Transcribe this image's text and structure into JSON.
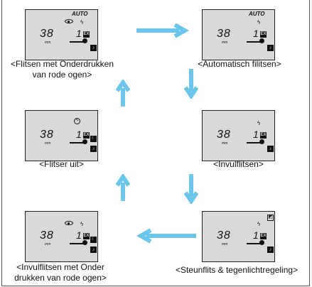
{
  "accent": "#6cc6ec",
  "modes": [
    {
      "label": "<Flitsen met Onderdrukken\nvan rode ogen>",
      "label_line1": "<Flitsen met Onderdrukken",
      "label_line2": "van rode ogen>",
      "lcd_number": "38",
      "lcd_unit": "mm",
      "lcd_digit": "1",
      "auto_text": "AUTO",
      "box_text": "EX"
    },
    {
      "label": "<Automatisch filitsen>",
      "lcd_number": "38",
      "lcd_unit": "mm",
      "lcd_digit": "1",
      "auto_text": "AUTO",
      "box_text": "EX"
    },
    {
      "label": "<Flitser uit>",
      "lcd_number": "38",
      "lcd_unit": "mm",
      "lcd_digit": "1",
      "box_text": "EX"
    },
    {
      "label": "<Invulflitsen>",
      "lcd_number": "38",
      "lcd_unit": "mm",
      "lcd_digit": "1",
      "box_text": "EX"
    },
    {
      "label_line1": "<Invulflitsen met Onder",
      "label_line2": "drukken van rode ogen>",
      "lcd_number": "38",
      "lcd_unit": "mm",
      "lcd_digit": "1",
      "box_text": "EX"
    },
    {
      "label": "<Steunflits & tegenlichtregeling>",
      "lcd_number": "38",
      "lcd_unit": "mm",
      "lcd_digit": "1",
      "box_text": "EX"
    }
  ]
}
